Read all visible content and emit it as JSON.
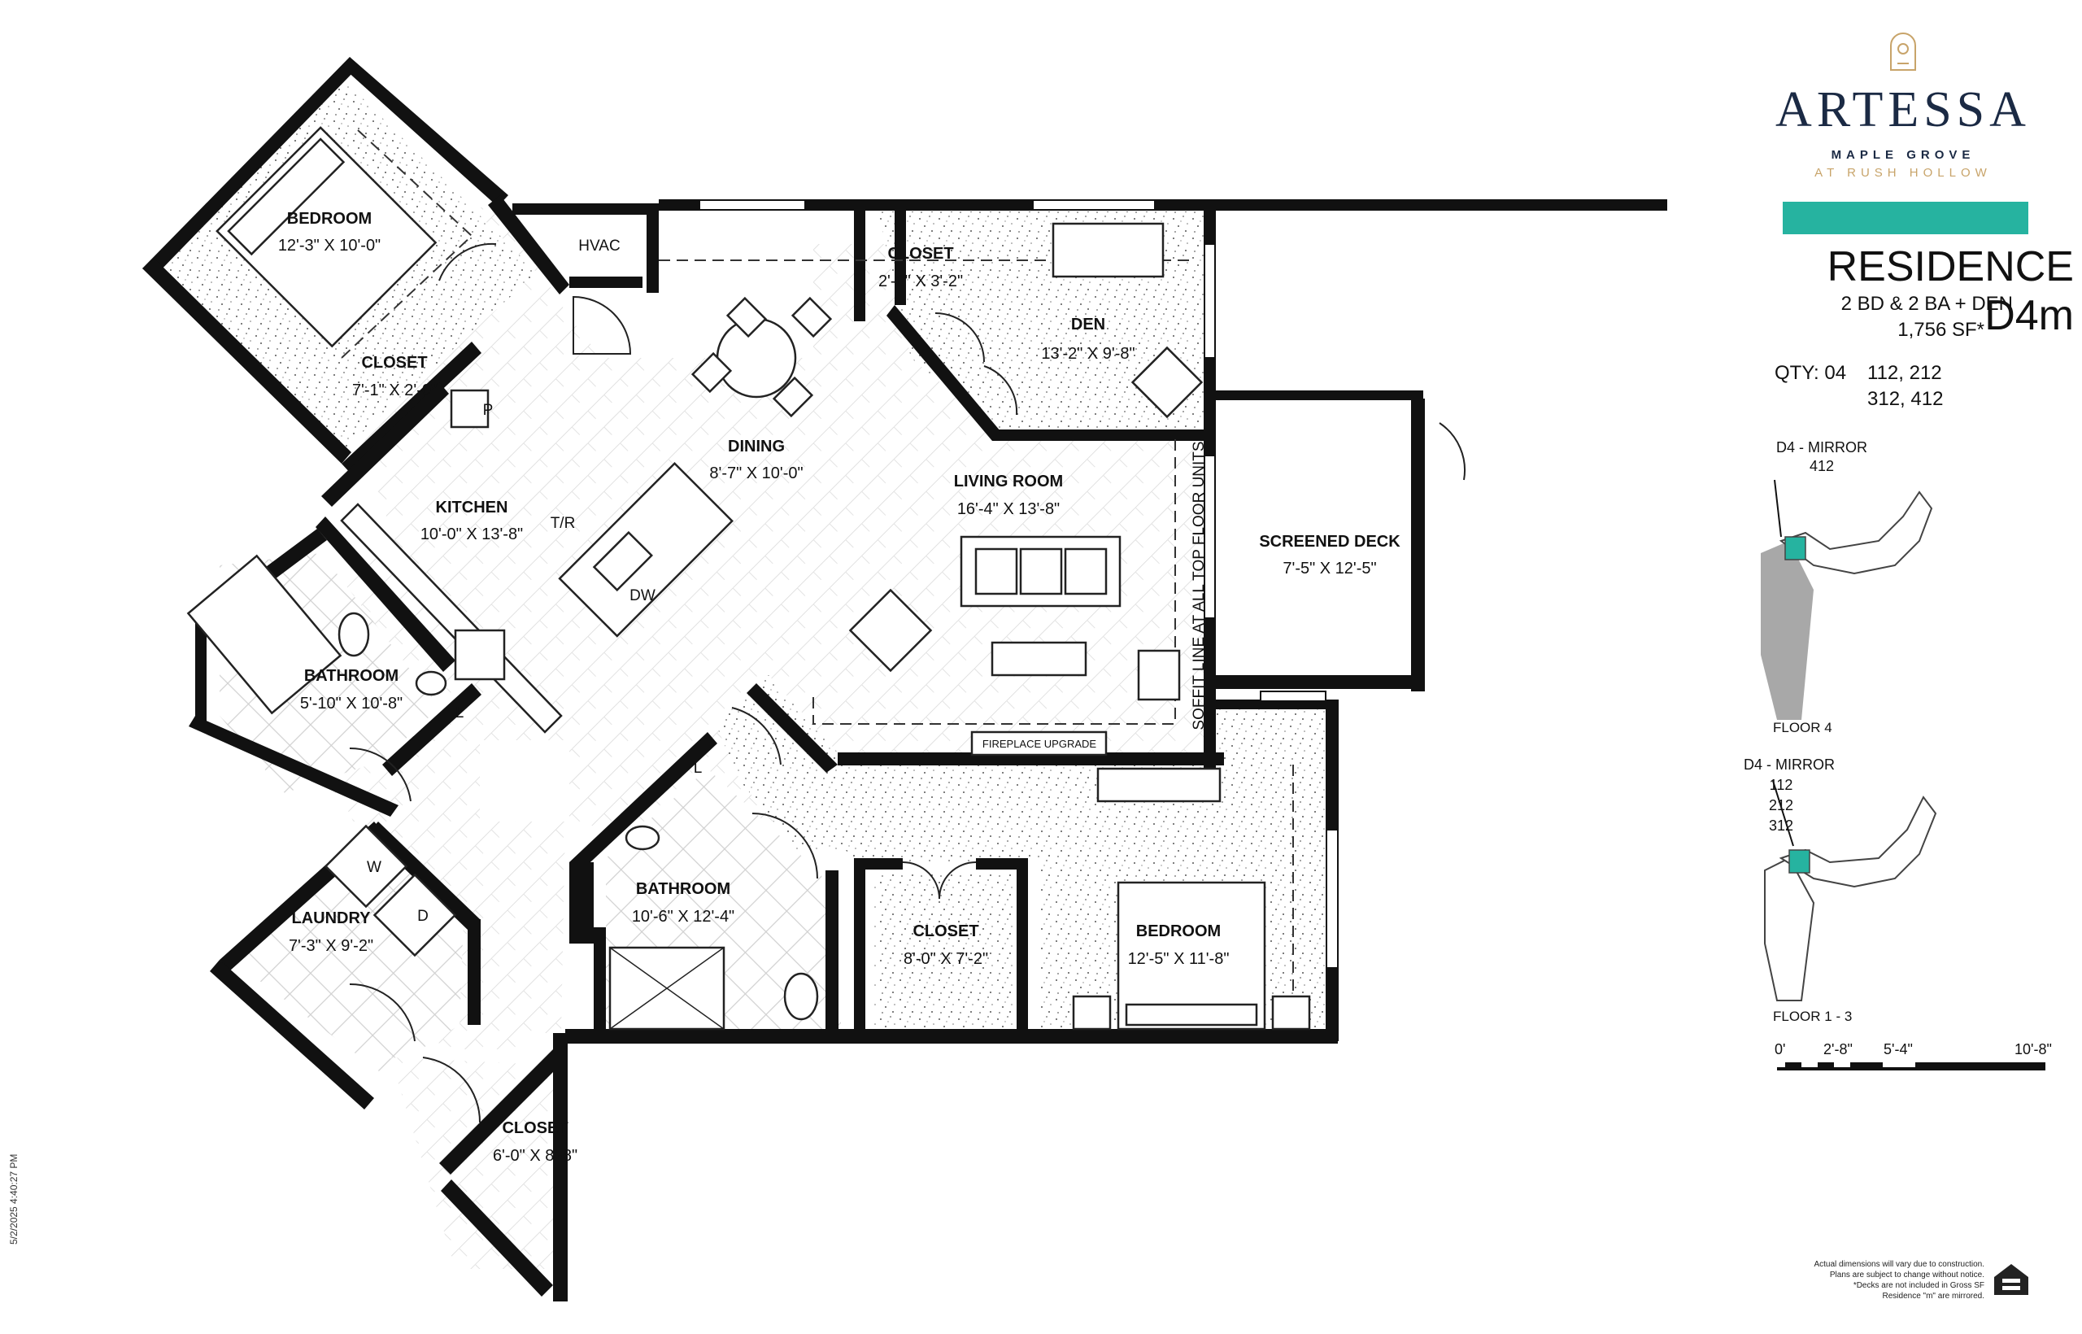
{
  "rooms": {
    "bedroom1": {
      "name": "BEDROOM",
      "dims": "12'-3\" X 10'-0\""
    },
    "closet1": {
      "name": "CLOSET",
      "dims": "7'-1\" X 2'-0\""
    },
    "hvac": {
      "name": "HVAC"
    },
    "dining": {
      "name": "DINING",
      "dims": "8'-7\" X 10'-0\""
    },
    "closet_den": {
      "name": "CLOSET",
      "dims": "2'-0\" X 3'-2\""
    },
    "den": {
      "name": "DEN",
      "dims": "13'-2\" X 9'-8\""
    },
    "kitchen": {
      "name": "KITCHEN",
      "dims": "10'-0\" X 13'-8\""
    },
    "living": {
      "name": "LIVING ROOM",
      "dims": "16'-4\" X 13'-8\""
    },
    "deck": {
      "name": "SCREENED DECK",
      "dims": "7'-5\" X 12'-5\""
    },
    "bathroom1": {
      "name": "BATHROOM",
      "dims": "5'-10\" X 10'-8\""
    },
    "bathroom2": {
      "name": "BATHROOM",
      "dims": "10'-6\" X 12'-4\""
    },
    "closet_walk": {
      "name": "CLOSET",
      "dims": "8'-0\" X 7'-2\""
    },
    "bedroom2": {
      "name": "BEDROOM",
      "dims": "12'-5\" X 11'-8\""
    },
    "laundry": {
      "name": "LAUNDRY",
      "dims": "7'-3\" X 9'-2\""
    },
    "closet_entry": {
      "name": "CLOSET",
      "dims": "6'-0\" X 8'-8\""
    }
  },
  "fixture_labels": {
    "p": "P",
    "tr": "T/R",
    "dw": "DW",
    "l1": "L",
    "l2": "L",
    "w": "W",
    "d": "D",
    "fireplace": "FIREPLACE UPGRADE",
    "soffit": "SOFFIT LINE AT ALL TOP FLOOR UNITS"
  },
  "brand": {
    "name": "ARTESSA",
    "line1": "MAPLE GROVE",
    "line2": "AT RUSH HOLLOW",
    "accent_color": "#26b3a0",
    "gold_color": "#c8a46a",
    "navy_color": "#1b2a44"
  },
  "residence": {
    "title": "RESIDENCE D4m",
    "type": "2 BD & 2 BA + DEN",
    "area": "1,756 SF*",
    "qty_label": "QTY: 04",
    "units_line1": "112, 212",
    "units_line2": "312, 412"
  },
  "keyplans": {
    "upper": {
      "title": "D4 - MIRROR",
      "units": "412",
      "floor": "FLOOR 4"
    },
    "lower": {
      "title": "D4 - MIRROR",
      "units": [
        "112",
        "212",
        "312"
      ],
      "floor": "FLOOR 1 - 3"
    }
  },
  "scale": {
    "labels": [
      "0'",
      "2'-8\"",
      "5'-4\"",
      "10'-8\""
    ]
  },
  "disclaimer": [
    "Actual dimensions will vary due to construction.",
    "Plans are subject to change without notice.",
    "*Decks are not included in Gross SF",
    "Residence \"m\" are mirrored."
  ],
  "timestamp": "5/2/2025 4:40:27 PM"
}
